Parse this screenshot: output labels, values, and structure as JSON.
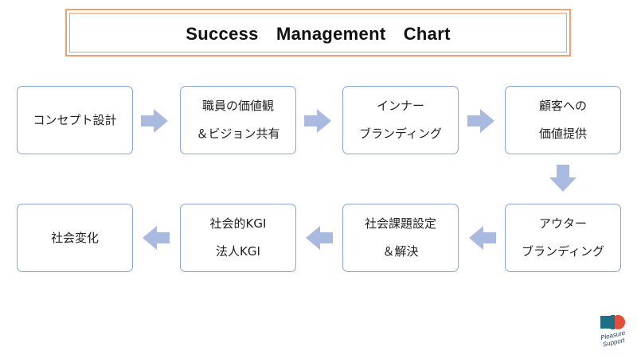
{
  "title": "Success　Management　Chart",
  "steps": [
    {
      "lines": [
        "コンセプト設計",
        ""
      ]
    },
    {
      "lines": [
        "職員の価値観",
        "＆ビジョン共有"
      ]
    },
    {
      "lines": [
        "インナー",
        "ブランディング"
      ]
    },
    {
      "lines": [
        "顧客への",
        "価値提供"
      ]
    },
    {
      "lines": [
        "アウター",
        "ブランディング"
      ]
    },
    {
      "lines": [
        "社会課題設定",
        "＆解決"
      ]
    },
    {
      "lines": [
        "社会的KGI",
        "法人KGI"
      ]
    },
    {
      "lines": [
        "社会変化",
        ""
      ]
    }
  ],
  "colors": {
    "title_border": "#f0a070",
    "box_border": "#8aa4d6",
    "arrow": "#aab9e0",
    "logo_teal": "#1f6f86",
    "logo_red": "#e0503c"
  },
  "logo": {
    "text_line1": "Pleasure",
    "text_line2": "Support"
  }
}
